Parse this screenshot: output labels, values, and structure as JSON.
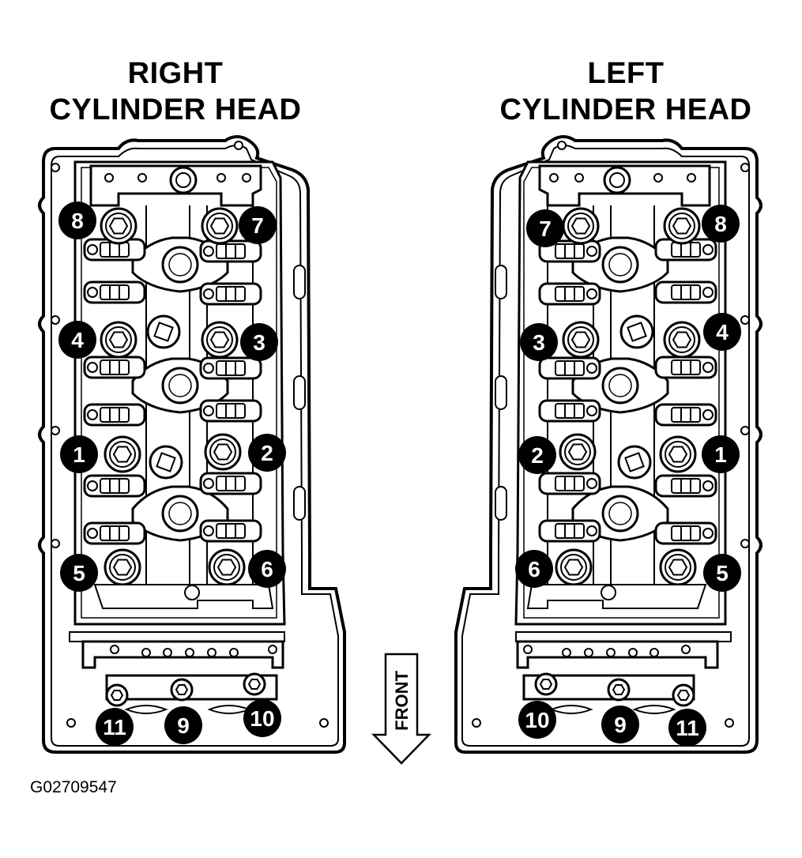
{
  "heads": {
    "right": {
      "title_line1": "RIGHT",
      "title_line2": "CYLINDER HEAD"
    },
    "left": {
      "title_line1": "LEFT",
      "title_line2": "CYLINDER HEAD"
    }
  },
  "bolt_labels": [
    "1",
    "2",
    "3",
    "4",
    "5",
    "6",
    "7",
    "8",
    "9",
    "10",
    "11"
  ],
  "arrow": {
    "label": "FRONT"
  },
  "figure_code": "G02709547",
  "colors": {
    "ink": "#000000",
    "paper": "#ffffff",
    "badge": "#000000",
    "badge_text": "#ffffff"
  }
}
